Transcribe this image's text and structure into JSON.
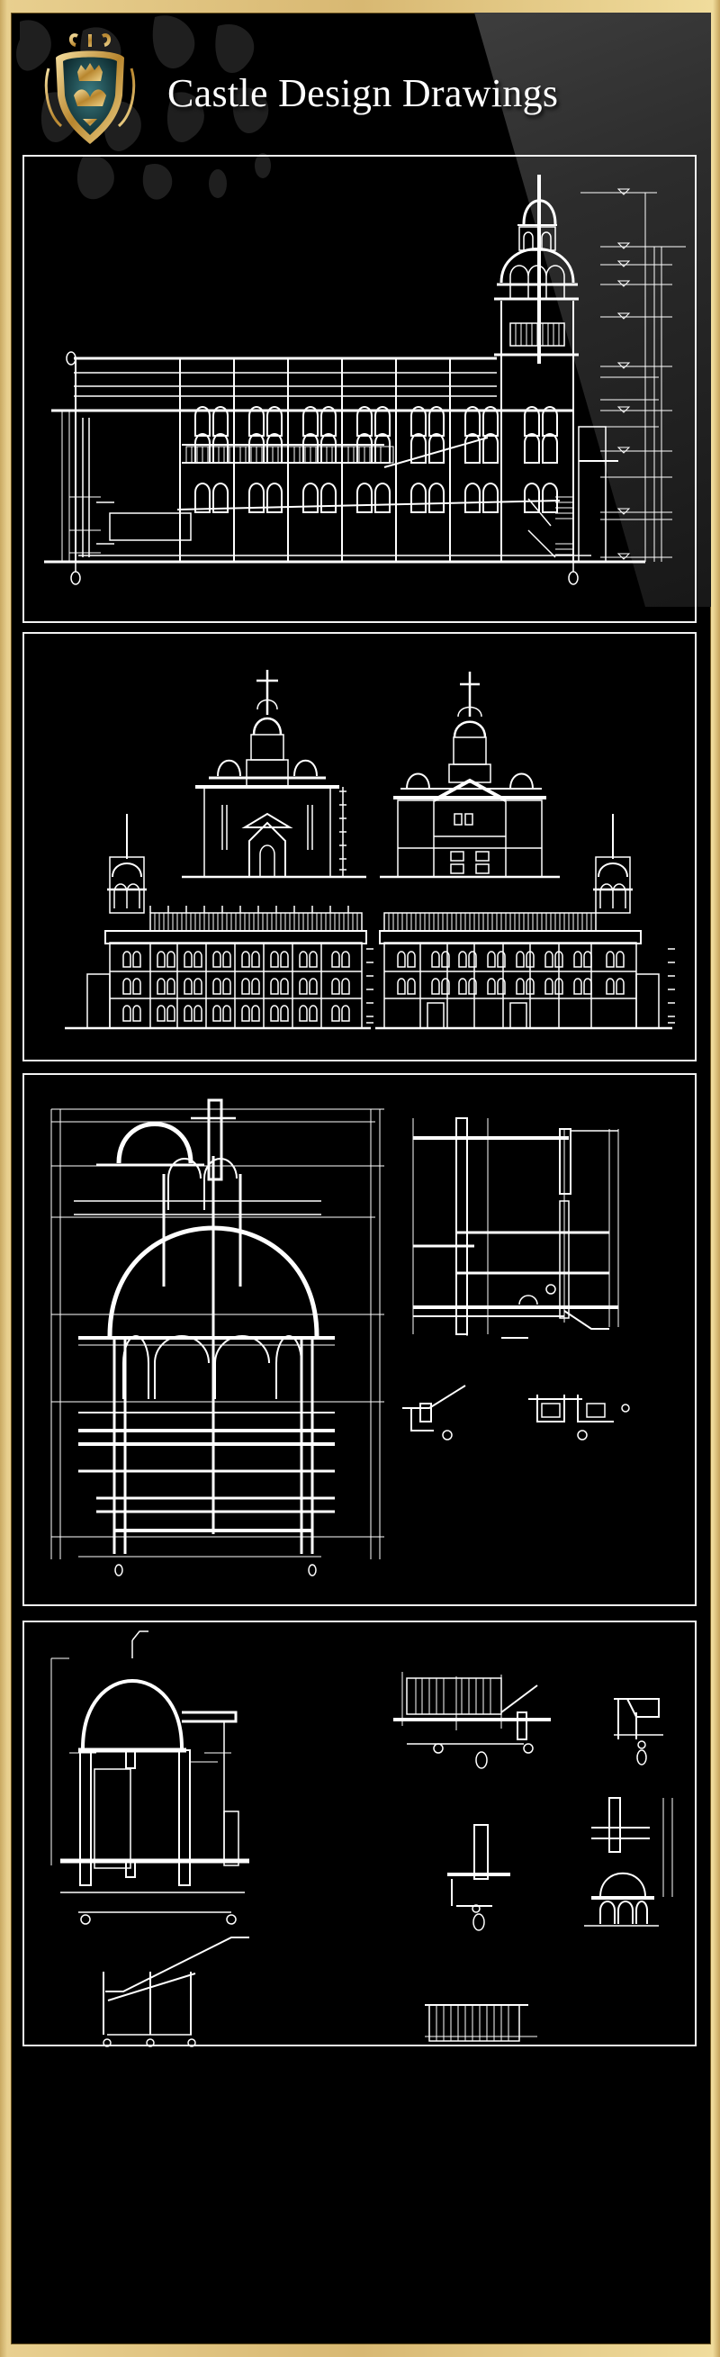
{
  "header": {
    "title": "Castle Design Drawings",
    "logo": "heraldic-crest-icon",
    "colors": {
      "frame_gold": "#d8b872",
      "background": "#000000",
      "line_work": "#ffffff",
      "gloss_gray": "#3a3a3a",
      "crest_teal": "#1f4f55"
    }
  },
  "panels": [
    {
      "id": "panel-1",
      "content": "Side section elevation with domed bell tower",
      "grid_markers": 2
    },
    {
      "id": "panel-2",
      "content": "Front, rear and two side elevations",
      "views": 4
    },
    {
      "id": "panel-3",
      "content": "Dome tower section and wall section details",
      "detail_markers": 4
    },
    {
      "id": "panel-4",
      "content": "Domed pavilion section, cornice, railing, stair and finial details",
      "detail_markers": 9
    }
  ]
}
